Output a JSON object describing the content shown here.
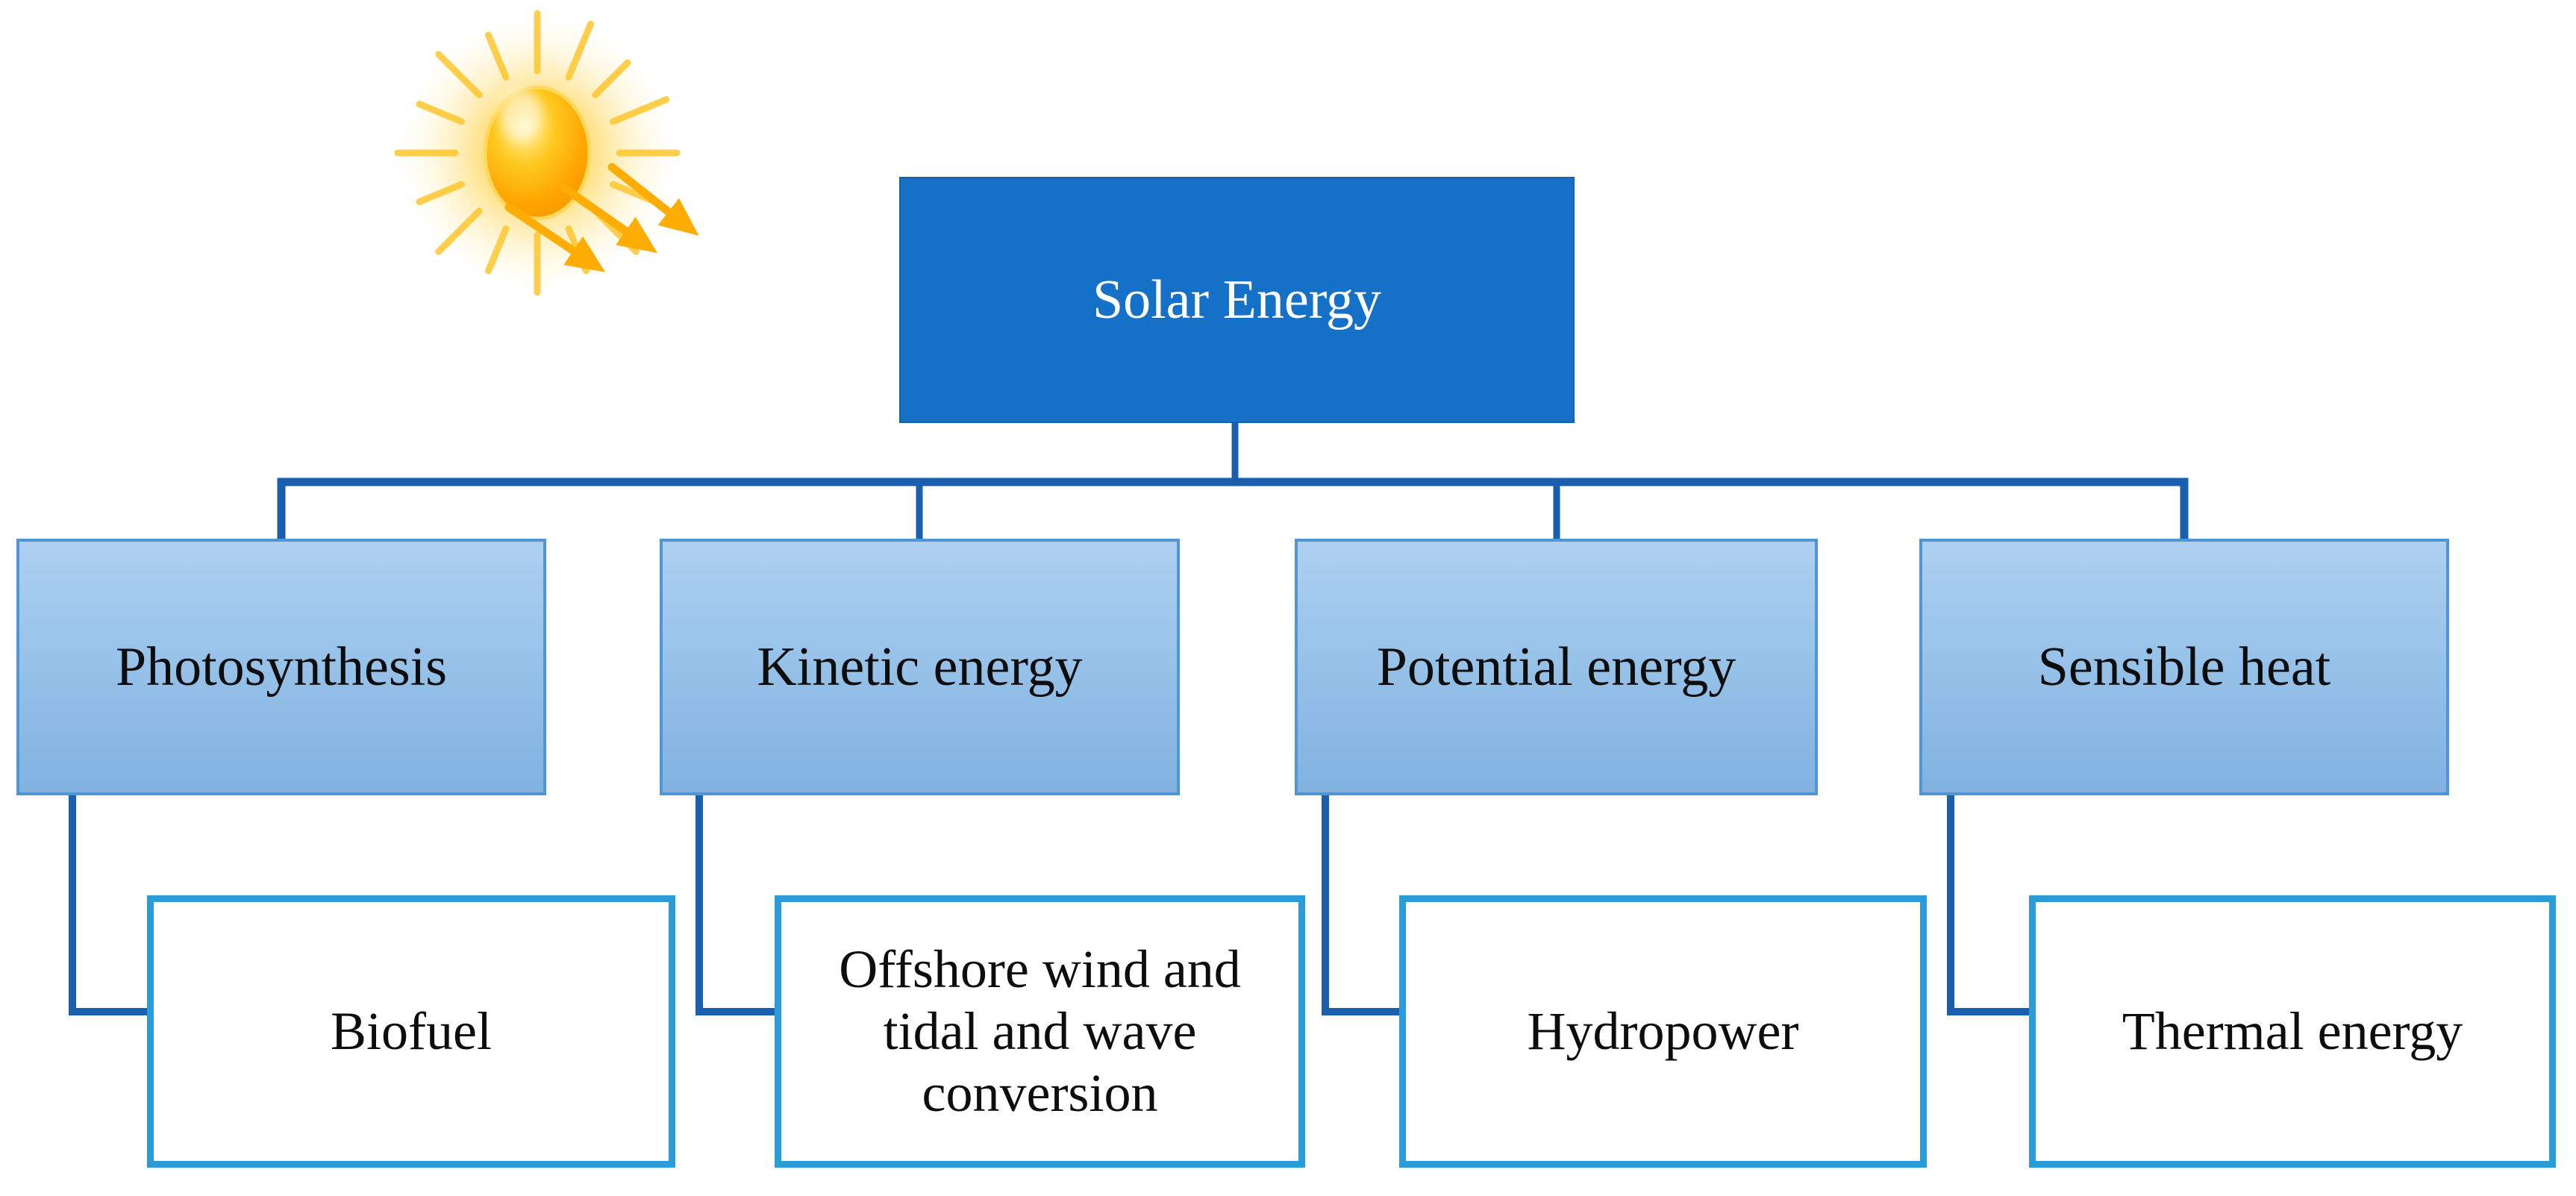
{
  "diagram": {
    "root_label": "Solar Energy",
    "branches": [
      {
        "label": "Photosynthesis",
        "child": "Biofuel"
      },
      {
        "label": "Kinetic energy",
        "child": "Offshore wind and tidal and wave conversion"
      },
      {
        "label": "Potential energy",
        "child": "Hydropower"
      },
      {
        "label": "Sensible heat",
        "child": "Thermal energy"
      }
    ],
    "icons": {
      "sun": "sun-with-rays-and-radiation-arrows"
    },
    "colors": {
      "root_fill": "#1571C8",
      "root_text": "#FFFFFF",
      "child_fill_top": "#AED0F0",
      "child_fill_bottom": "#81B2E0",
      "child_border": "#4E96D6",
      "leaf_border": "#2B9CD8",
      "leaf_fill": "#FFFFFF",
      "connector": "#1A5FAE",
      "sun_core": "#FFB400",
      "sun_arrow": "#FFAD05",
      "text": "#0D0D0D"
    }
  }
}
